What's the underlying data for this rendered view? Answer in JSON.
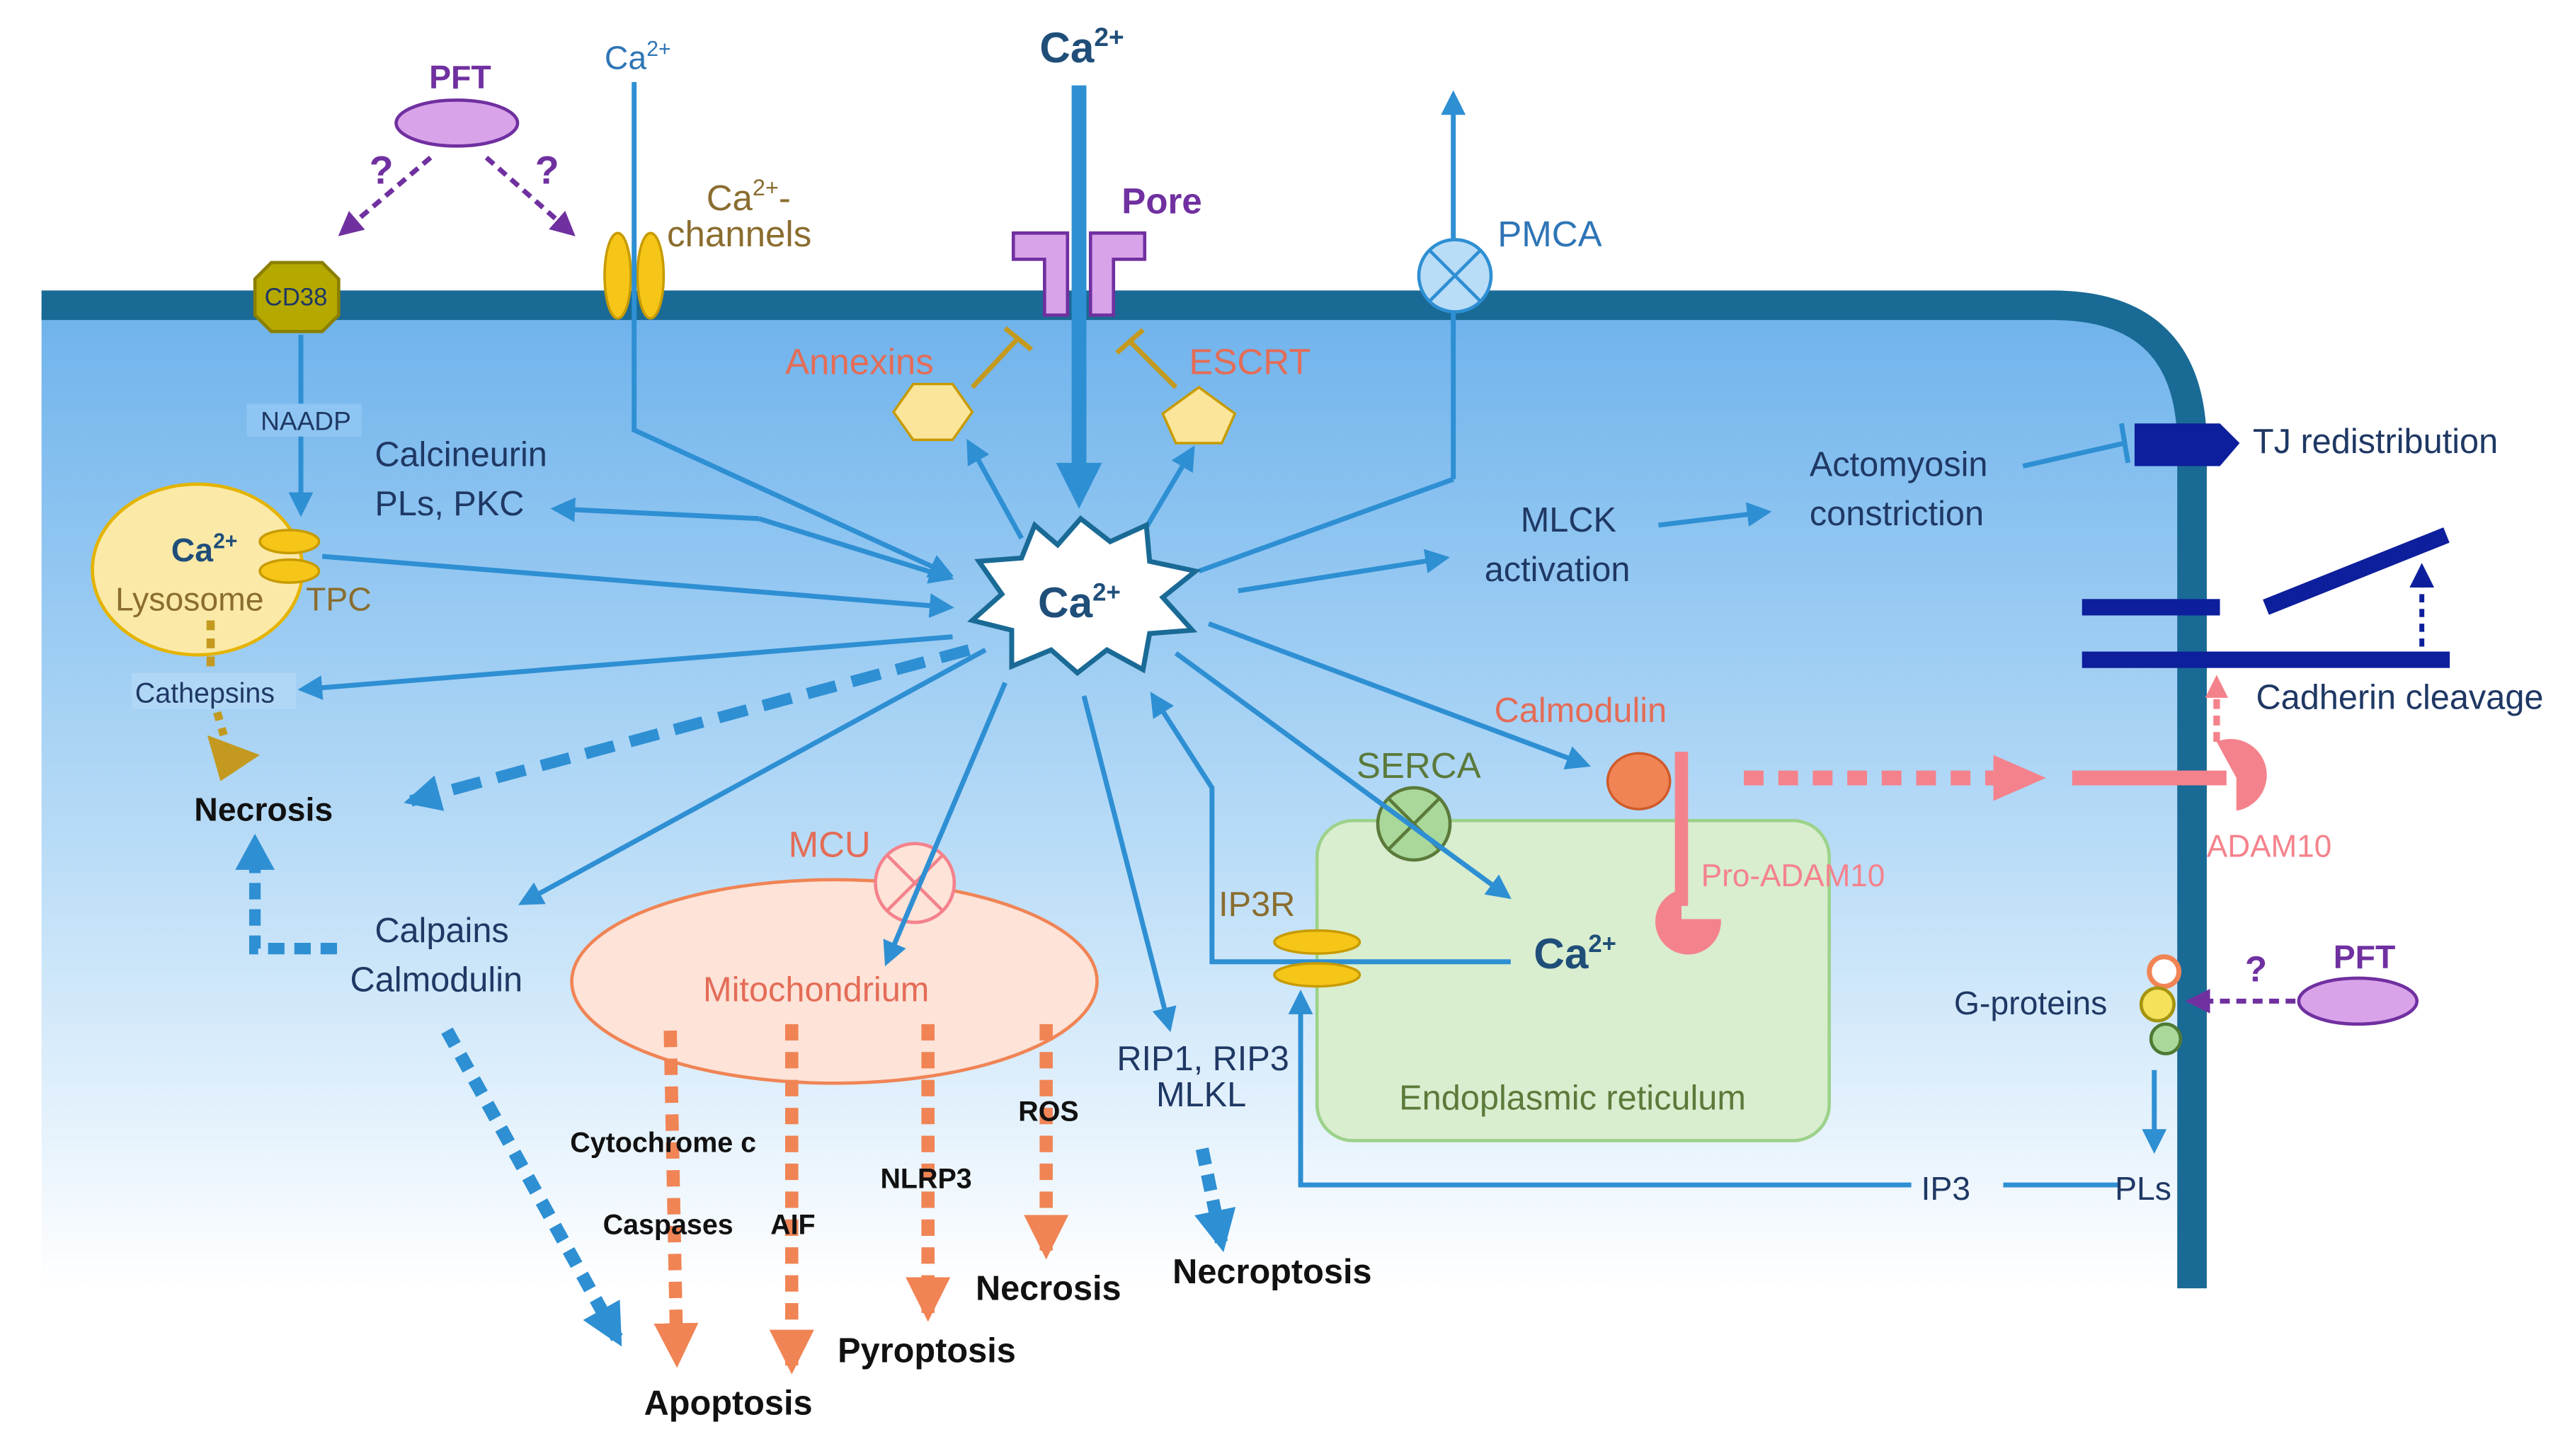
{
  "labels": {
    "pft_top": "PFT",
    "pft_right": "PFT",
    "q1": "?",
    "q2": "?",
    "q3": "?",
    "ca_left_base": "Ca",
    "ca_sup": "2+",
    "ca_top_base": "Ca",
    "ca_channels_base": "Ca",
    "ca_channels_sup": "2+",
    "ca_channels_dash": "-",
    "ca_channels_2": "channels",
    "pore": "Pore",
    "pmca": "PMCA",
    "cd38": "CD38",
    "naadp": "NAADP",
    "annexins": "Annexins",
    "escrt": "ESCRT",
    "calcineurin_1": "Calcineurin",
    "calcineurin_2": "PLs, PKC",
    "lyso_ca": "Ca",
    "lysosome": "Lysosome",
    "tpc": "TPC",
    "cathepsins": "Cathepsins",
    "necrosis_left": "Necrosis",
    "center_ca": "Ca",
    "mlck_1": "MLCK",
    "mlck_2": "activation",
    "actomyosin_1": "Actomyosin",
    "actomyosin_2": "constriction",
    "tj": "TJ redistribution",
    "cadherin": "Cadherin cleavage",
    "calmodulin_right": "Calmodulin",
    "pro_adam10": "Pro-ADAM10",
    "adam10": "ADAM10",
    "serca": "SERCA",
    "ip3r": "IP3R",
    "er_ca": "Ca",
    "er": "Endoplasmic reticulum",
    "mcu": "MCU",
    "mito": "Mitochondrium",
    "calpains_1": "Calpains",
    "calpains_2": "Calmodulin",
    "cytochrome": "Cytochrome c",
    "caspases": "Caspases",
    "aif": "AIF",
    "nlrp3": "NLRP3",
    "ros": "ROS",
    "apoptosis": "Apoptosis",
    "pyroptosis": "Pyroptosis",
    "necrosis_mid": "Necrosis",
    "rip_1": "RIP1, RIP3",
    "rip_2": "MLKL",
    "necroptosis": "Necroptosis",
    "gproteins": "G-proteins",
    "ip3": "IP3",
    "pls": "PLs"
  },
  "colors": {
    "membrane": "#1a6a96",
    "cytoplasm_top": "#6fb3ec",
    "arrow_blue": "#2e8fd3",
    "orange": "#f08455",
    "pink": "#f4828c",
    "purple": "#7030a0",
    "navy": "#0d1f9c"
  }
}
